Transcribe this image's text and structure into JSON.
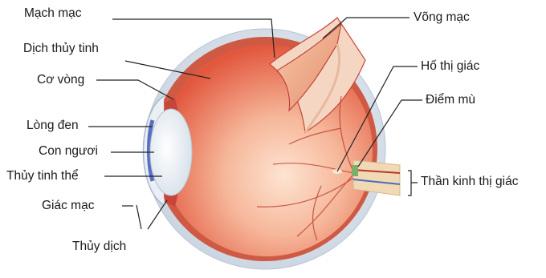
{
  "labels": {
    "mach_mac": "Mạch mạc",
    "dich_thuy_tinh": "Dịch thủy tinh",
    "co_vong": "Cơ vòng",
    "long_den": "Lòng đen",
    "con_nguoi": "Con ngươi",
    "thuy_tinh_the": "Thủy tinh thể",
    "giac_mac": "Giác mạc",
    "thuy_dich": "Thủy dịch",
    "vong_mac": "Võng mạc",
    "ho_thi_giac": "Hố thị giác",
    "diem_mu": "Điểm mù",
    "than_kinh_thi_giac": "Thần kinh thị giác"
  },
  "colors": {
    "sclera": "#dfe7ef",
    "eye_inner": "#f1a88b",
    "eye_inner_dark": "#e46a4e",
    "retina_edge": "#c8443a",
    "lens": "#f3f6f9",
    "iris": "#5b6fc4",
    "vessel": "#b8352c",
    "leader": "#222222"
  }
}
